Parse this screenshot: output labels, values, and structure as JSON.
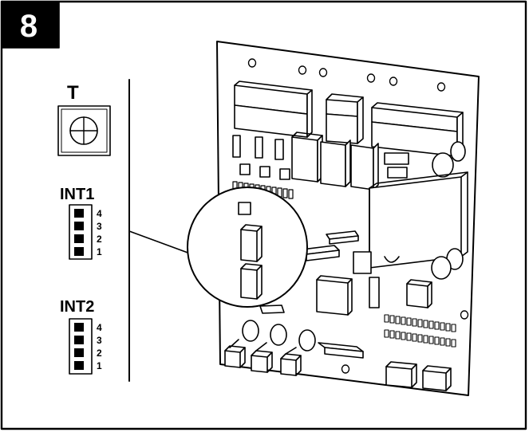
{
  "step": {
    "number": "8"
  },
  "legend": {
    "trimmer_label": "T",
    "int1": {
      "label": "INT1",
      "pins": [
        "4",
        "3",
        "2",
        "1"
      ]
    },
    "int2": {
      "label": "INT2",
      "pins": [
        "4",
        "3",
        "2",
        "1"
      ]
    }
  }
}
